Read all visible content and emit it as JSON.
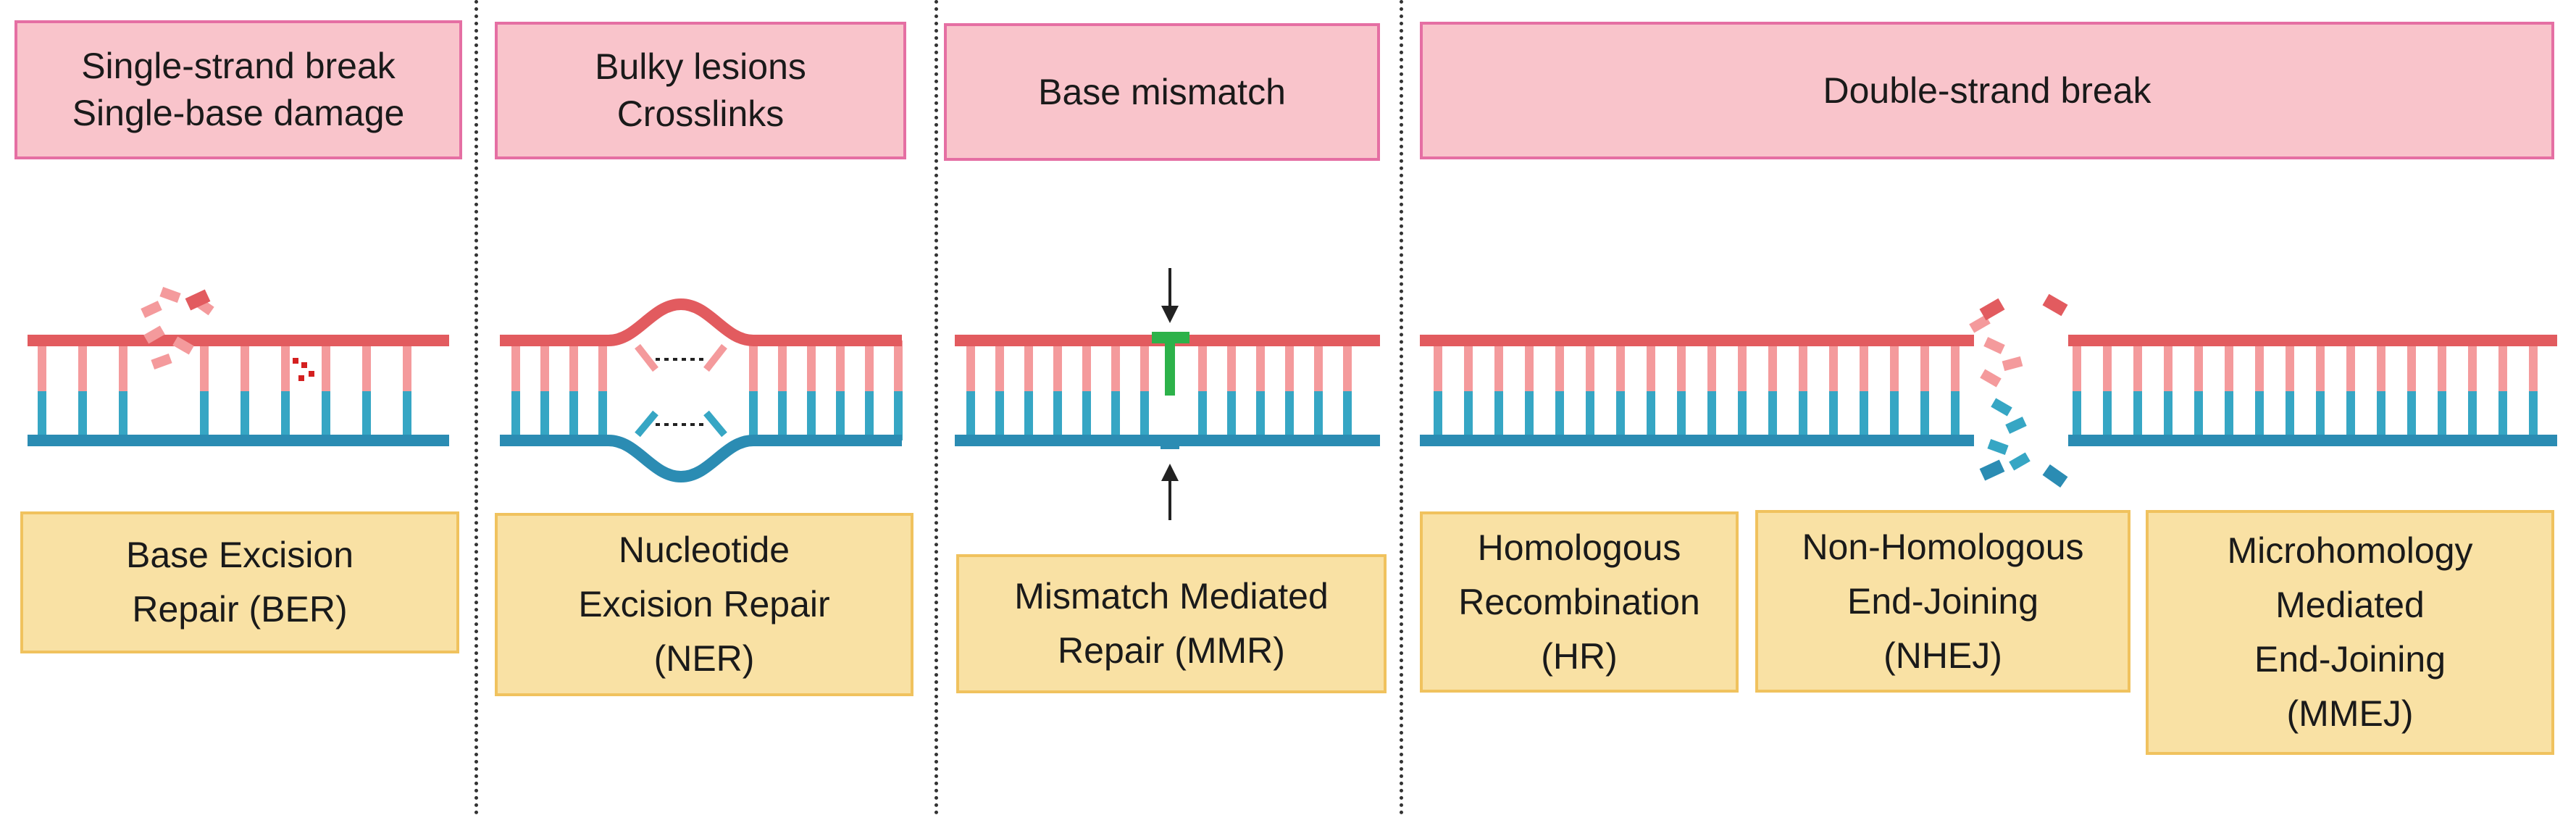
{
  "damage_types": [
    {
      "lines": [
        "Single-strand break",
        "Single-base damage"
      ]
    },
    {
      "lines": [
        "Bulky lesions",
        "Crosslinks"
      ]
    },
    {
      "lines": [
        "Base mismatch"
      ]
    },
    {
      "lines": [
        "Double-strand break"
      ]
    }
  ],
  "repair_pathways": [
    {
      "lines": [
        "Base Excision",
        "Repair (BER)"
      ]
    },
    {
      "lines": [
        "Nucleotide",
        "Excision Repair",
        "(NER)"
      ]
    },
    {
      "lines": [
        "Mismatch Mediated",
        "Repair (MMR)"
      ]
    },
    {
      "lines": [
        "Homologous",
        "Recombination",
        "(HR)"
      ]
    },
    {
      "lines": [
        "Non-Homologous",
        "End-Joining",
        "(NHEJ)"
      ]
    },
    {
      "lines": [
        "Microhomology",
        "Mediated",
        "End-Joining",
        "(MMEJ)"
      ]
    }
  ],
  "colors": {
    "top_strand": "#e25b5f",
    "top_rung": "#f49a9c",
    "bottom_strand": "#2b8cb3",
    "bottom_rung": "#36a6c4",
    "mismatch_green": "#2db24a",
    "damage_red": "#d42020",
    "damage_box_fill": "#f9c4cb",
    "damage_box_border": "#e56fa3",
    "repair_box_fill": "#f9e1a4",
    "repair_box_border": "#f0c25e"
  }
}
